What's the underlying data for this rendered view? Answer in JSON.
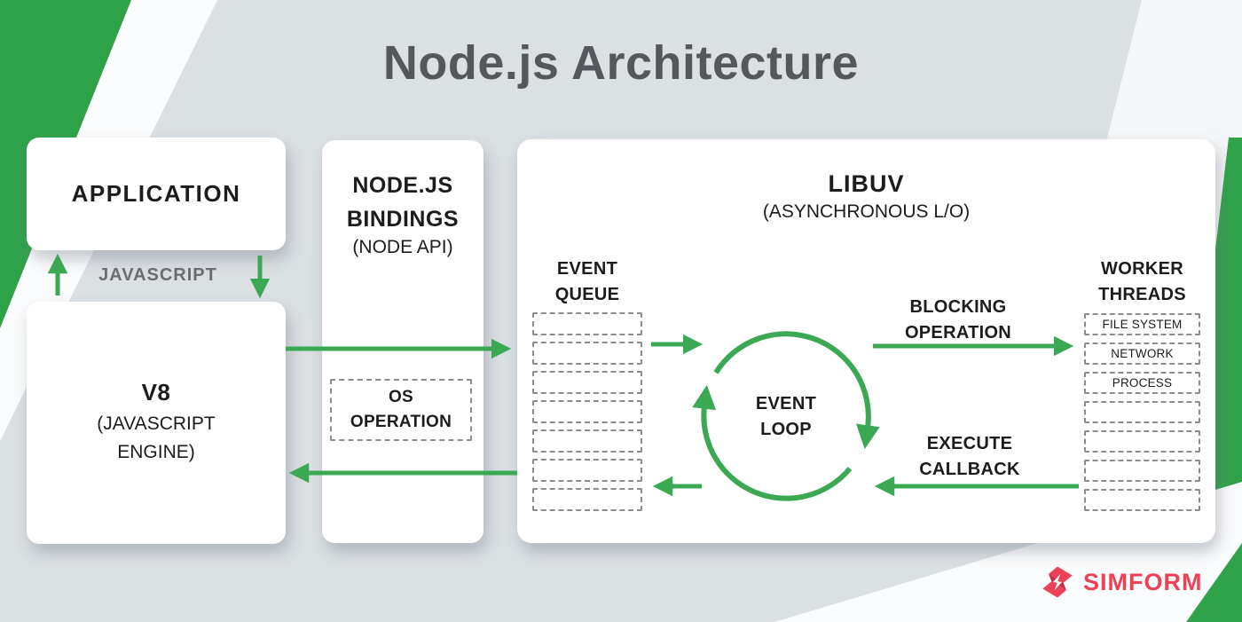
{
  "title": "Node.js Architecture",
  "colors": {
    "green": "#3BA854",
    "green_deep": "#2FA24A",
    "red": "#EE4156",
    "bg": "#E4E8EA",
    "band_dark": "#DBE0E3",
    "band_light": "#F4F6F7",
    "white_band": "#FBFCFD",
    "box": "#FFFFFF",
    "ink": "#1B1C1E",
    "title": "#55575C",
    "muted": "#6A6C70",
    "dash": "#8A8C8F"
  },
  "application": {
    "label": "APPLICATION"
  },
  "javascript_label": "JAVASCRIPT",
  "v8": {
    "name": "V8",
    "subtitle": "(JAVASCRIPT\nENGINE)"
  },
  "bindings": {
    "title": "NODE.JS\nBINDINGS",
    "subtitle": "(NODE API)",
    "os_operation": "OS\nOPERATION"
  },
  "libuv": {
    "title": "LIBUV",
    "subtitle": "(ASYNCHRONOUS L/O)",
    "event_queue": {
      "label": "EVENT\nQUEUE",
      "slot_count": 7
    },
    "event_loop": {
      "label": "EVENT\nLOOP"
    },
    "blocking_operation": "BLOCKING\nOPERATION",
    "execute_callback": "EXECUTE\nCALLBACK",
    "worker_threads": {
      "label": "WORKER\nTHREADS",
      "slots": [
        "FILE SYSTEM",
        "NETWORK",
        "PROCESS",
        "",
        "",
        "",
        ""
      ]
    }
  },
  "logo": {
    "text": "SIMFORM"
  }
}
